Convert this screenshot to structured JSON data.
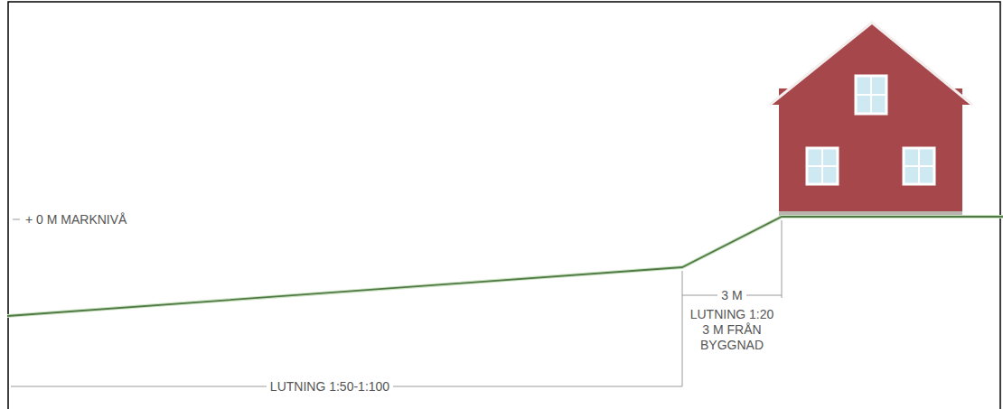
{
  "diagram": {
    "labels": [
      "+ 0 M MARKNIVÅ",
      "3 M",
      "LUTNING 1:20 3 M FRÅN BYGGNAD",
      "LUTNING 1:50-1:100"
    ]
  }
}
